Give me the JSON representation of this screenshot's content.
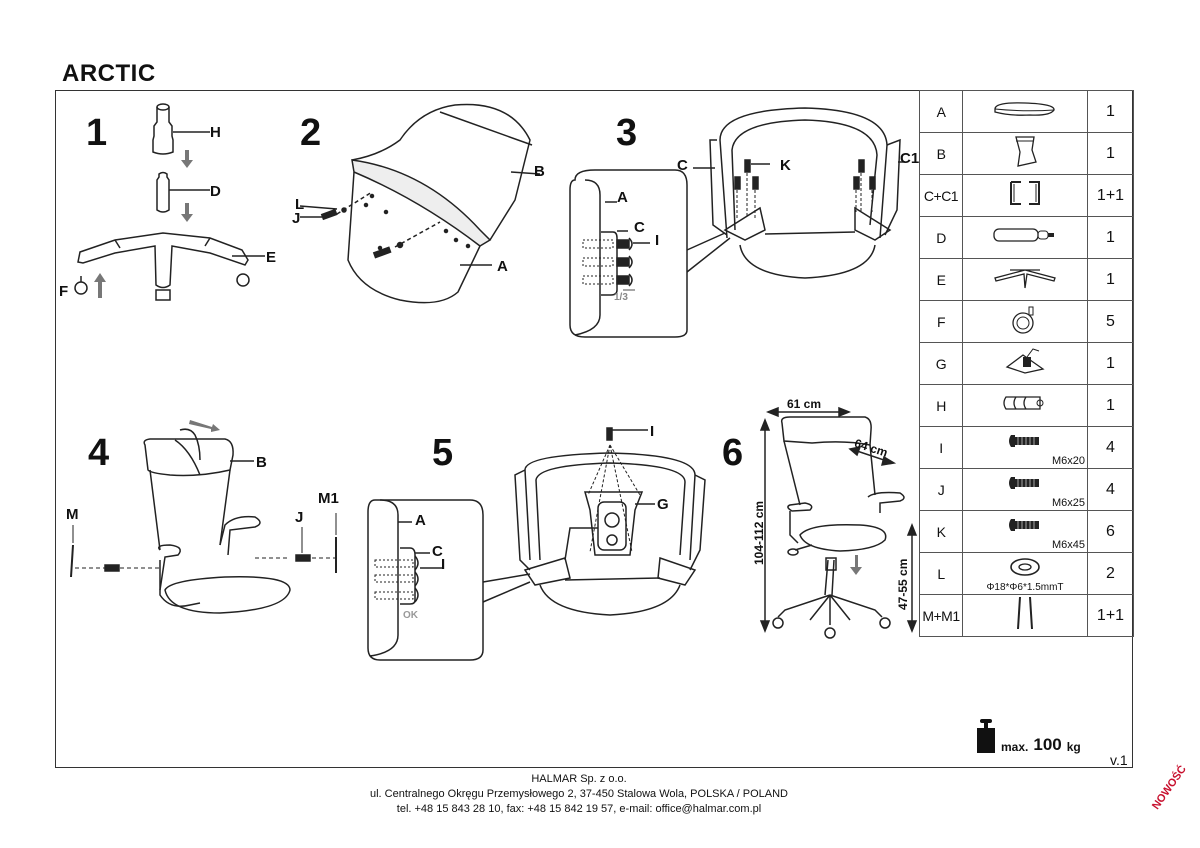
{
  "document": {
    "title": "ARCTIC",
    "version": "v.1",
    "badge": "NOWOŚĆ",
    "max_load_prefix": "max.",
    "max_load_value": "100",
    "max_load_unit": "kg",
    "footer": {
      "company": "HALMAR Sp. z o.o.",
      "address": "ul. Centralnego Okręgu Przemysłowego 2, 37-450 Stalowa Wola, POLSKA / POLAND",
      "contact": "tel. +48 15 843 28 10, fax: +48 15 842 19 57, e-mail: office@halmar.com.pl"
    }
  },
  "steps": [
    {
      "number": "1",
      "labels": [
        "H",
        "D",
        "E",
        "F"
      ]
    },
    {
      "number": "2",
      "labels": [
        "B",
        "L",
        "J",
        "A"
      ]
    },
    {
      "number": "3",
      "labels": [
        "C",
        "K",
        "C1",
        "A",
        "C",
        "I"
      ],
      "detail_note": "1/3"
    },
    {
      "number": "4",
      "labels": [
        "B",
        "M",
        "M1",
        "J"
      ]
    },
    {
      "number": "5",
      "labels": [
        "I",
        "G",
        "A",
        "C",
        "I"
      ],
      "detail_note": "OK"
    },
    {
      "number": "6",
      "dimensions": {
        "width": "61 cm",
        "depth": "64 cm",
        "height": "104-112 cm",
        "seat_height": "47-55 cm"
      }
    }
  ],
  "parts": [
    {
      "code": "A",
      "icon": "seat-icon",
      "qty": "1"
    },
    {
      "code": "B",
      "icon": "backrest-icon",
      "qty": "1"
    },
    {
      "code": "C+C1",
      "icon": "armrests-icon",
      "qty": "1+1"
    },
    {
      "code": "D",
      "icon": "gas-lift-icon",
      "qty": "1"
    },
    {
      "code": "E",
      "icon": "star-base-icon",
      "qty": "1"
    },
    {
      "code": "F",
      "icon": "caster-icon",
      "qty": "5"
    },
    {
      "code": "G",
      "icon": "mechanism-icon",
      "qty": "1"
    },
    {
      "code": "H",
      "icon": "gas-lift-cover-icon",
      "qty": "1"
    },
    {
      "code": "I",
      "icon": "bolt-icon",
      "qty": "4",
      "spec": "M6x20"
    },
    {
      "code": "J",
      "icon": "bolt-icon",
      "qty": "4",
      "spec": "M6x25"
    },
    {
      "code": "K",
      "icon": "bolt-icon",
      "qty": "6",
      "spec": "M6x45"
    },
    {
      "code": "L",
      "icon": "washer-icon",
      "qty": "2",
      "spec": "Φ18*Φ6*1.5mmT"
    },
    {
      "code": "M+M1",
      "icon": "pins-icon",
      "qty": "1+1"
    }
  ],
  "colors": {
    "line": "#222222",
    "arrow": "#777777",
    "badge": "#c8102e"
  }
}
